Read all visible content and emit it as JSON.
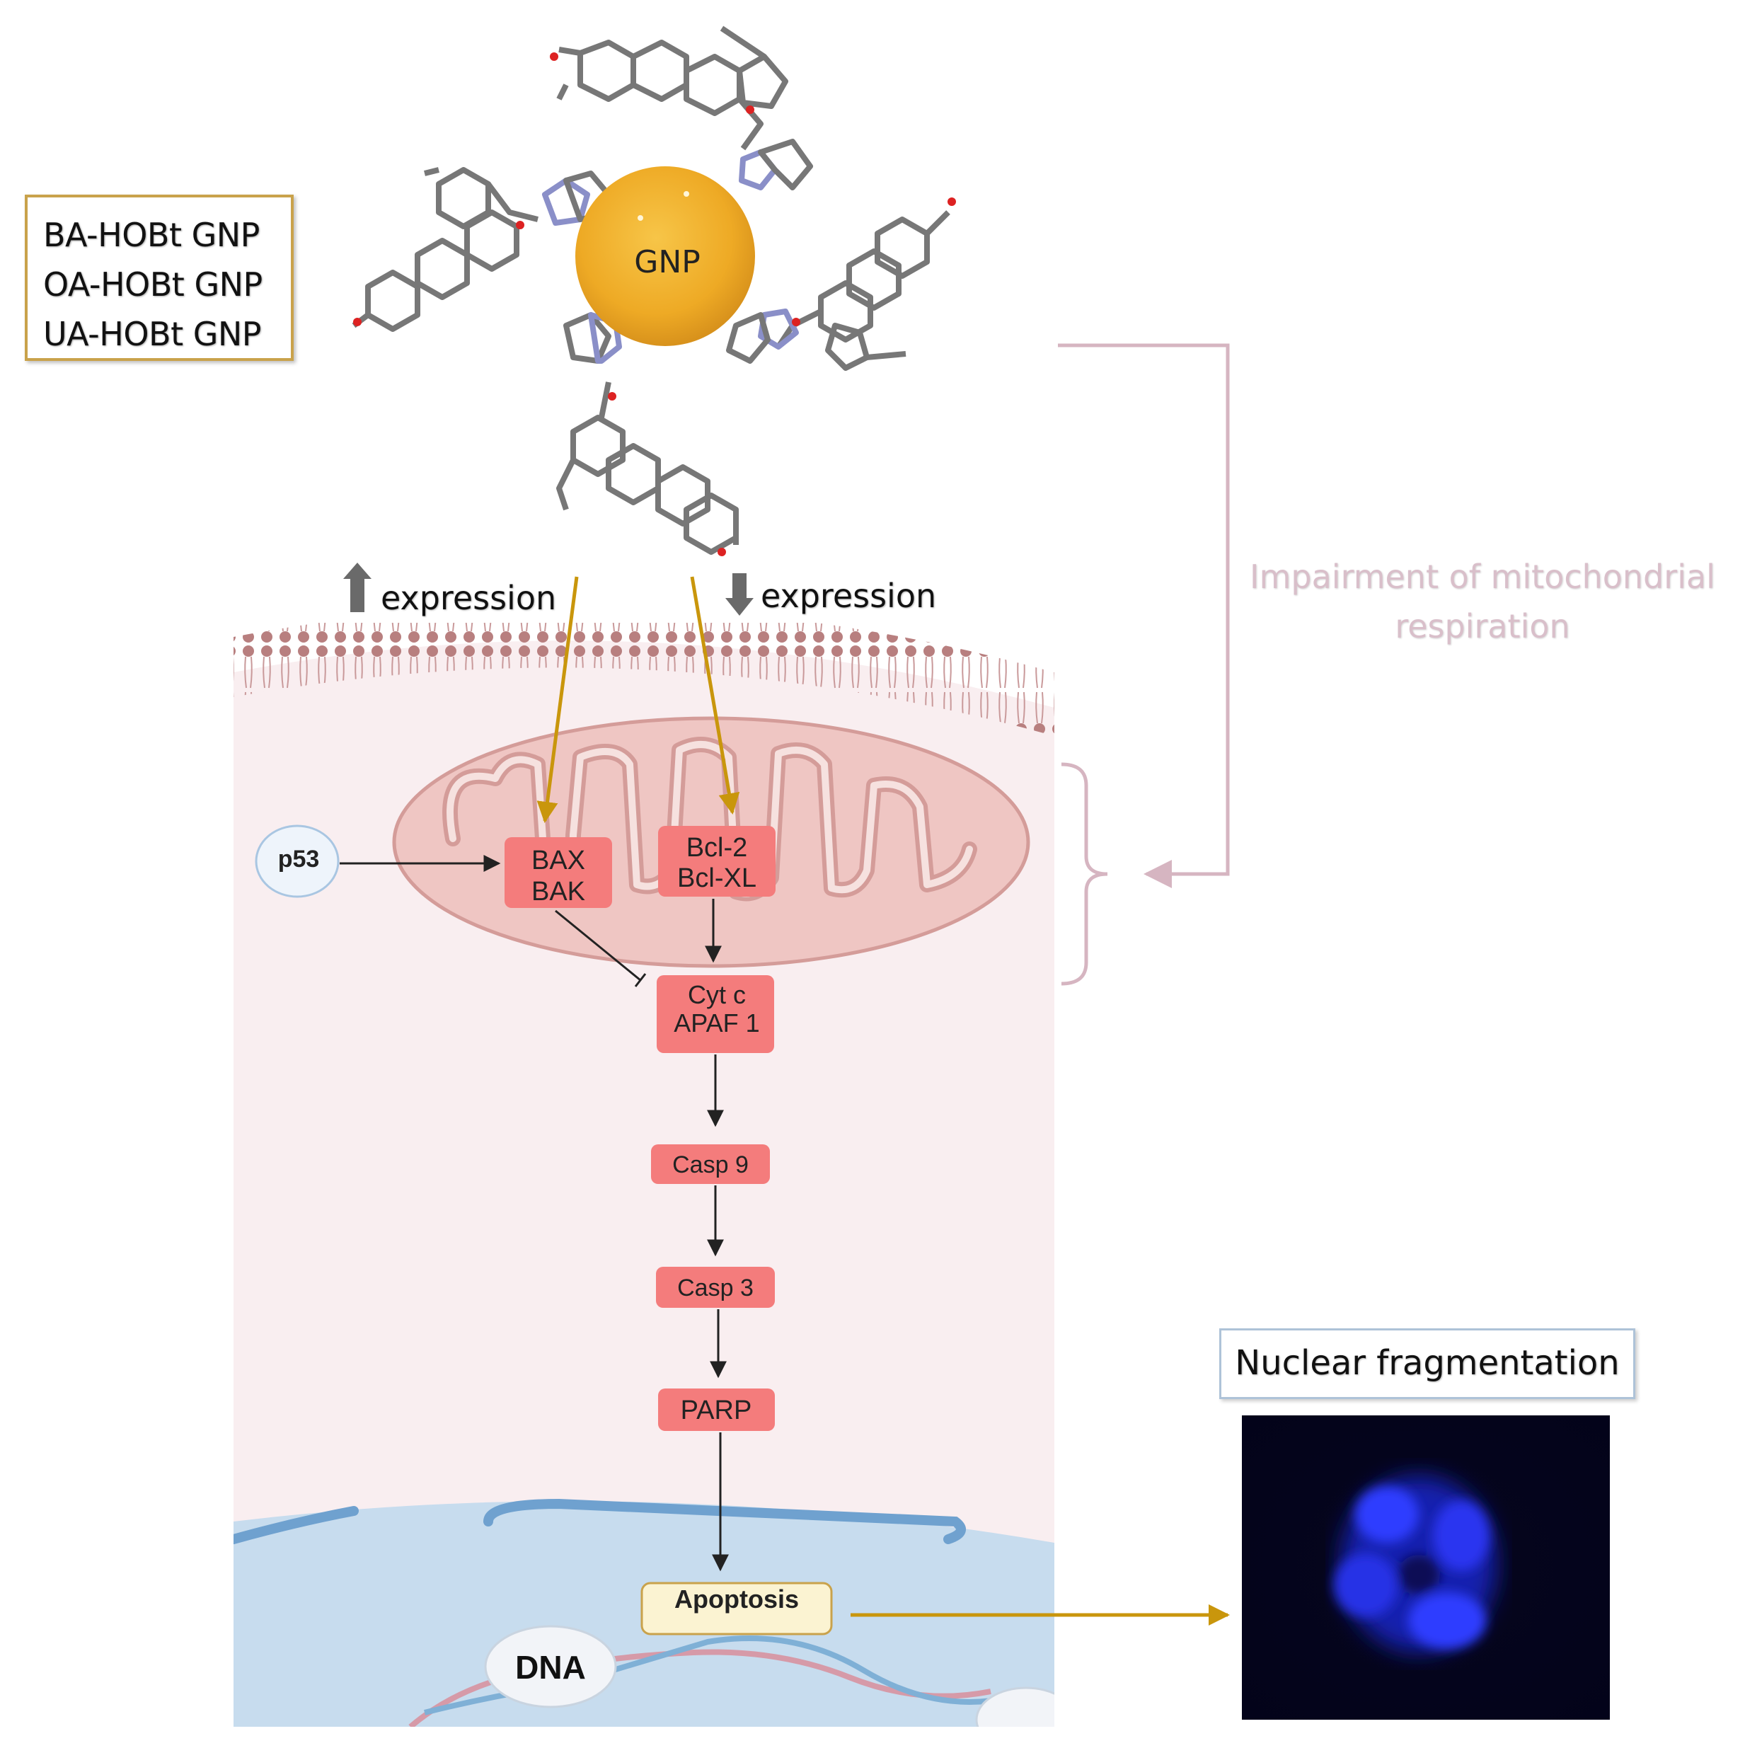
{
  "legend": {
    "items": [
      "BA-HOBt GNP",
      "OA-HOBt GNP",
      "UA-HOBt GNP"
    ],
    "border_color": "#c9a24b"
  },
  "nanoparticle": {
    "label": "GNP",
    "color": "#f2b331"
  },
  "expression": {
    "up_label": "expression",
    "down_label": "expression"
  },
  "side_note": {
    "lines": [
      "Impairment of mitochondrial",
      "respiration"
    ],
    "color": "#d9bfca"
  },
  "nodes": {
    "p53": "p53",
    "bax_lines": [
      "BAX",
      "BAK"
    ],
    "bcl_lines": [
      "Bcl-2",
      "Bcl-XL"
    ],
    "cyt_lines": [
      "Cyt c",
      "APAF 1"
    ],
    "casp9": "Casp 9",
    "casp3": "Casp 3",
    "parp": "PARP",
    "apoptosis": "Apoptosis",
    "dna": "DNA"
  },
  "nuclear": {
    "label": "Nuclear fragmentation"
  },
  "colors": {
    "node_fill": "#f47c7c",
    "cytoplasm": "#f9eef0",
    "membrane": "#b87f7f",
    "mitochondrion": "#efc6c3",
    "nucleus": "#c7dcee",
    "gold_arrow": "#c9960c",
    "bracket": "#d6b5c1"
  }
}
